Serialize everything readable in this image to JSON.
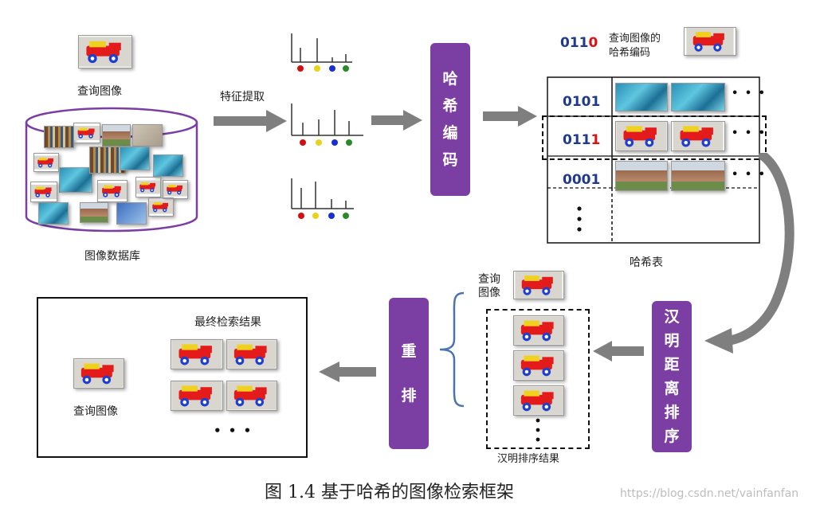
{
  "labels": {
    "query_image_left": "查询图像",
    "image_database": "图像数据库",
    "feature_extraction": "特征提取",
    "hash_encoding": [
      "哈",
      "希",
      "编",
      "码"
    ],
    "query_hash_code_label_line1": "查询图像的",
    "query_hash_code_label_line2": "哈希编码",
    "hash_table": "哈希表",
    "query_image_mid_line1": "查询",
    "query_image_mid_line2": "图像",
    "hamming_sort": [
      "汉",
      "明",
      "距",
      "离",
      "排",
      "序"
    ],
    "rerank": [
      "重",
      "排"
    ],
    "hamming_sort_result": "汉明排序结果",
    "final_result": "最终检索结果",
    "query_image_result": "查询图像"
  },
  "query_code": {
    "prefix": "011",
    "last": "0"
  },
  "hash_table_rows": [
    {
      "code_prefix": "0101",
      "code_last": "",
      "images": [
        "sea",
        "sea"
      ]
    },
    {
      "code_prefix": "011",
      "code_last": "1",
      "images": [
        "truck",
        "truck"
      ]
    },
    {
      "code_prefix": "0001",
      "code_last": "",
      "images": [
        "house",
        "house"
      ]
    }
  ],
  "dots": "• • •",
  "caption": "图 1.4    基于哈希的图像检索框架",
  "watermark": "https://blog.csdn.net/vainfanfan",
  "colors": {
    "purple": "#7b3fa3",
    "code_blue": "#1f3a8a",
    "highlight_red": "#d11111",
    "arrow_gray": "#7f7f7f",
    "histogram_dots": [
      "#d11111",
      "#e8d21a",
      "#1a2fd1",
      "#2a8a2a"
    ]
  }
}
